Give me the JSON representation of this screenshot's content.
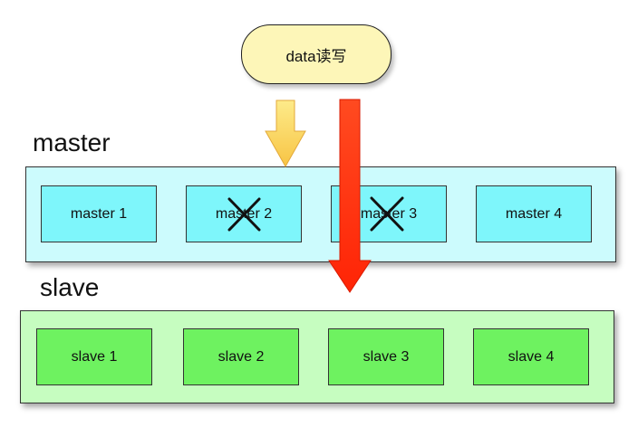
{
  "source": {
    "label": "data读写"
  },
  "master": {
    "title": "master",
    "nodes": [
      {
        "label": "master 1",
        "failed": false
      },
      {
        "label": "master 2",
        "failed": true
      },
      {
        "label": "master 3",
        "failed": true
      },
      {
        "label": "master 4",
        "failed": false
      }
    ]
  },
  "slave": {
    "title": "slave",
    "nodes": [
      {
        "label": "slave 1"
      },
      {
        "label": "slave 2"
      },
      {
        "label": "slave 3"
      },
      {
        "label": "slave 4"
      }
    ]
  },
  "colors": {
    "pill": "#fdf6b8",
    "master_group": "#ccfbfd",
    "master_node": "#7ef6fb",
    "slave_group": "#c6fdc0",
    "slave_node": "#6ef260",
    "failover_arrow": "#ff2a10",
    "write_arrow": "#fcd65a"
  }
}
